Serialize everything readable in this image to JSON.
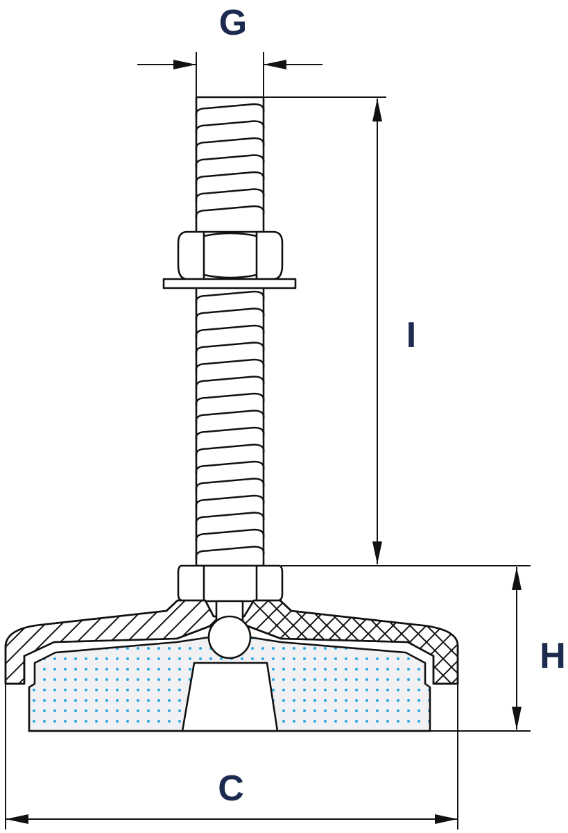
{
  "labels": {
    "g": "G",
    "i": "I",
    "h": "H",
    "c": "C"
  },
  "colors": {
    "line": "#111111",
    "label": "#1b2a4e",
    "pad_dots": "#29a9e0",
    "pad_fill": "#f1f1f4"
  }
}
